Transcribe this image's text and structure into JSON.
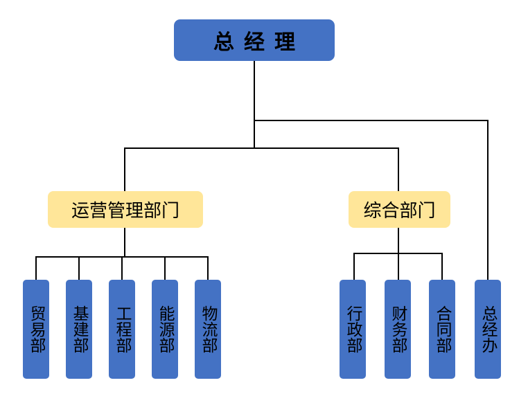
{
  "top": {
    "label": "总经理"
  },
  "groups": [
    {
      "label": "运营管理部门"
    },
    {
      "label": "综合部门"
    }
  ],
  "departments": [
    {
      "label": "贸易部"
    },
    {
      "label": "基建部"
    },
    {
      "label": "工程部"
    },
    {
      "label": "能源部"
    },
    {
      "label": "物流部"
    },
    {
      "label": "行政部"
    },
    {
      "label": "财务部"
    },
    {
      "label": "合同部"
    },
    {
      "label": "总经办"
    }
  ],
  "colors": {
    "top": "#4472c4",
    "group": "#ffe699",
    "leaf": "#4472c4",
    "line": "#000000"
  }
}
